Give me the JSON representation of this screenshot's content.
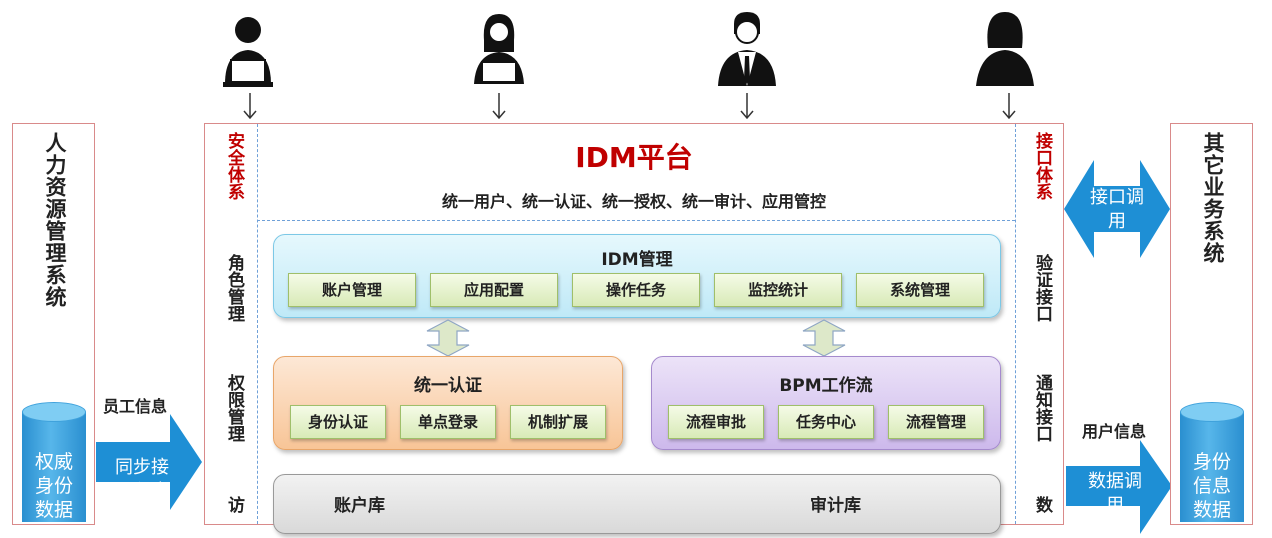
{
  "left_system": {
    "title": "人力资源管理系统",
    "db_label": "权威身份数据"
  },
  "right_system": {
    "title": "其它业务系统",
    "db_label": "身份信息数据"
  },
  "left_flow": {
    "top_label": "员工信息",
    "arrow_label": "同步接口程序"
  },
  "right_flow": {
    "top_label": "用户信息",
    "arrow_label": "数据调用"
  },
  "interface_call": "接口调用",
  "platform": {
    "title": "IDM平台",
    "subtitle": "统一用户、统一认证、统一授权、统一审计、应用管控",
    "left_column_title": "安全体系",
    "left_items": [
      "角色管理",
      "权限管理",
      "访"
    ],
    "right_column_title": "接口体系",
    "right_items": [
      "验证接口",
      "通知接口",
      "数"
    ],
    "idm_management": {
      "title": "IDM管理",
      "modules": [
        "账户管理",
        "应用配置",
        "操作任务",
        "监控统计",
        "系统管理"
      ]
    },
    "auth": {
      "title": "统一认证",
      "modules": [
        "身份认证",
        "单点登录",
        "机制扩展"
      ]
    },
    "bpm": {
      "title": "BPM工作流",
      "modules": [
        "流程审批",
        "任务中心",
        "流程管理"
      ]
    },
    "storage": {
      "left": "账户库",
      "right": "审计库"
    }
  },
  "colors": {
    "accent_red": "#c00000",
    "idm_box": "#cfeffa",
    "auth_box": "#fcd7b5",
    "bpm_box": "#dccdf0",
    "arrow_blue": "#1e8fd5"
  },
  "icons": [
    "user-laptop-icon",
    "user-woman-icon",
    "user-man-tie-icon",
    "user-woman-silhouette-icon"
  ]
}
